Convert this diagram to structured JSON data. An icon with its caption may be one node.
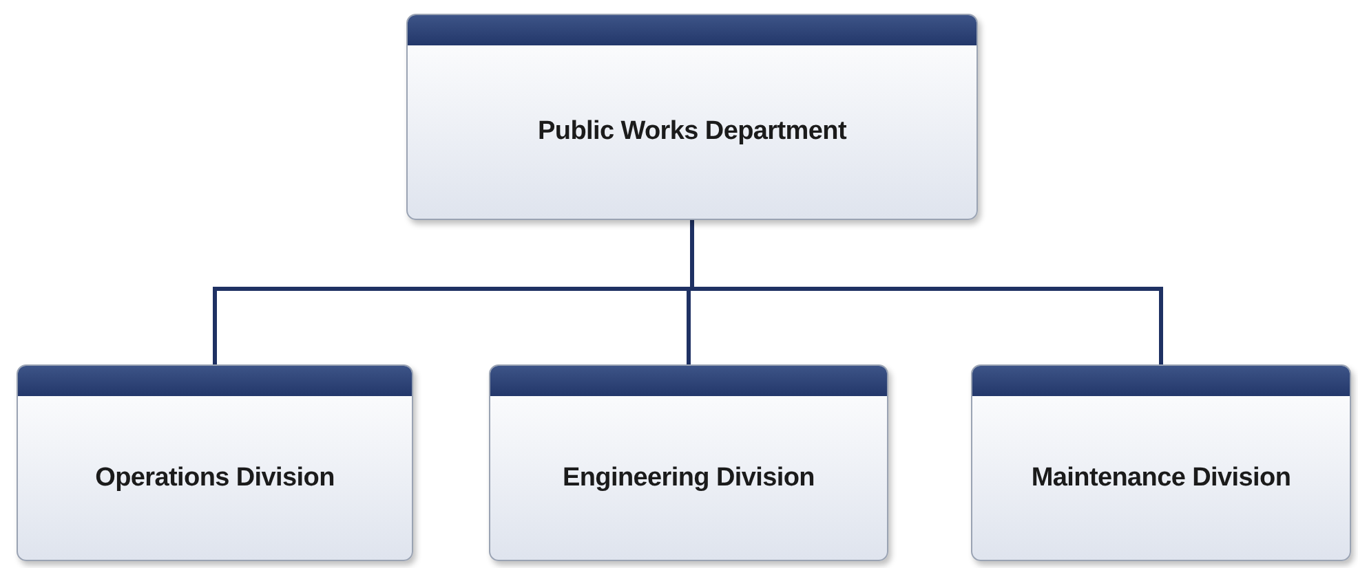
{
  "diagram": {
    "nodes": [
      {
        "text": [
          "Public Works Department"
        ]
      },
      {
        "text": [
          "Operations Division"
        ]
      },
      {
        "text": [
          "Engineering Division"
        ]
      },
      {
        "text": [
          "Maintenance Division"
        ]
      }
    ],
    "edges": [
      {
        "from": 0,
        "to": 1,
        "arrow": "none"
      },
      {
        "from": 0,
        "to": 2,
        "arrow": "none"
      },
      {
        "from": 0,
        "to": 3,
        "arrow": "none"
      }
    ]
  }
}
